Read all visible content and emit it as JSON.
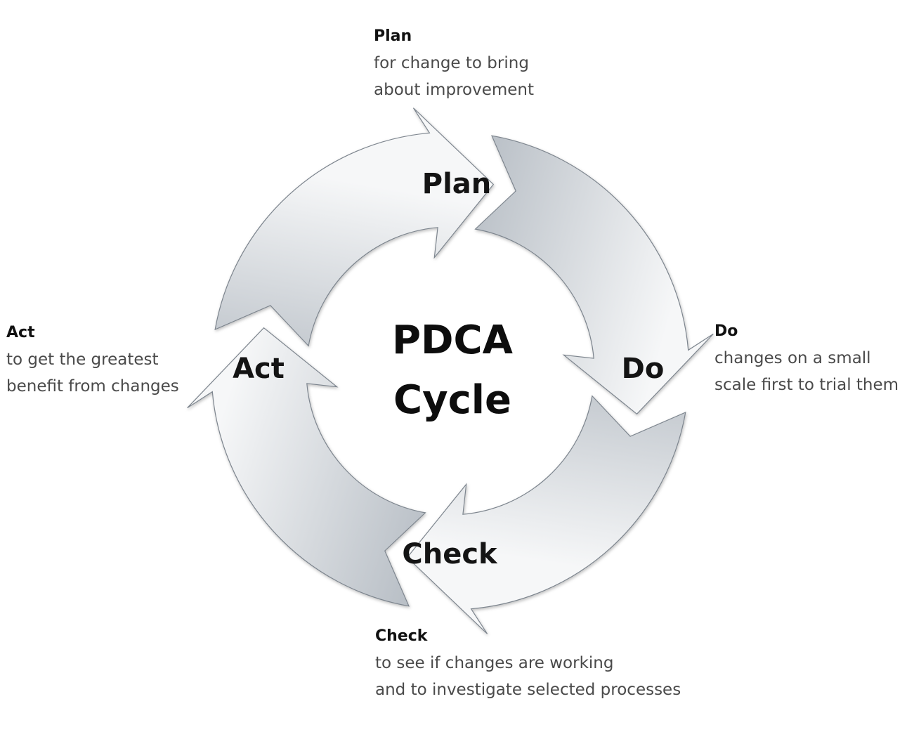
{
  "diagram": {
    "center": {
      "line1": "PDCA",
      "line2": "Cycle"
    },
    "segments": [
      {
        "id": "plan",
        "label": "Plan"
      },
      {
        "id": "do",
        "label": "Do"
      },
      {
        "id": "check",
        "label": "Check"
      },
      {
        "id": "act",
        "label": "Act"
      }
    ]
  },
  "descriptions": {
    "plan": {
      "title": "Plan",
      "lines": [
        "for change to bring",
        "about improvement"
      ]
    },
    "do": {
      "title": "Do",
      "lines": [
        "changes on a small",
        "scale first to trial them"
      ]
    },
    "check": {
      "title": "Check",
      "lines": [
        "to see if changes are working",
        "and to investigate selected processes"
      ]
    },
    "act": {
      "title": "Act",
      "lines": [
        "to get the greatest",
        "benefit from changes"
      ]
    }
  },
  "colors": {
    "arrow_light": "#f4f5f7",
    "arrow_dark": "#9aa3ad",
    "arrow_stroke": "#7d858e"
  }
}
